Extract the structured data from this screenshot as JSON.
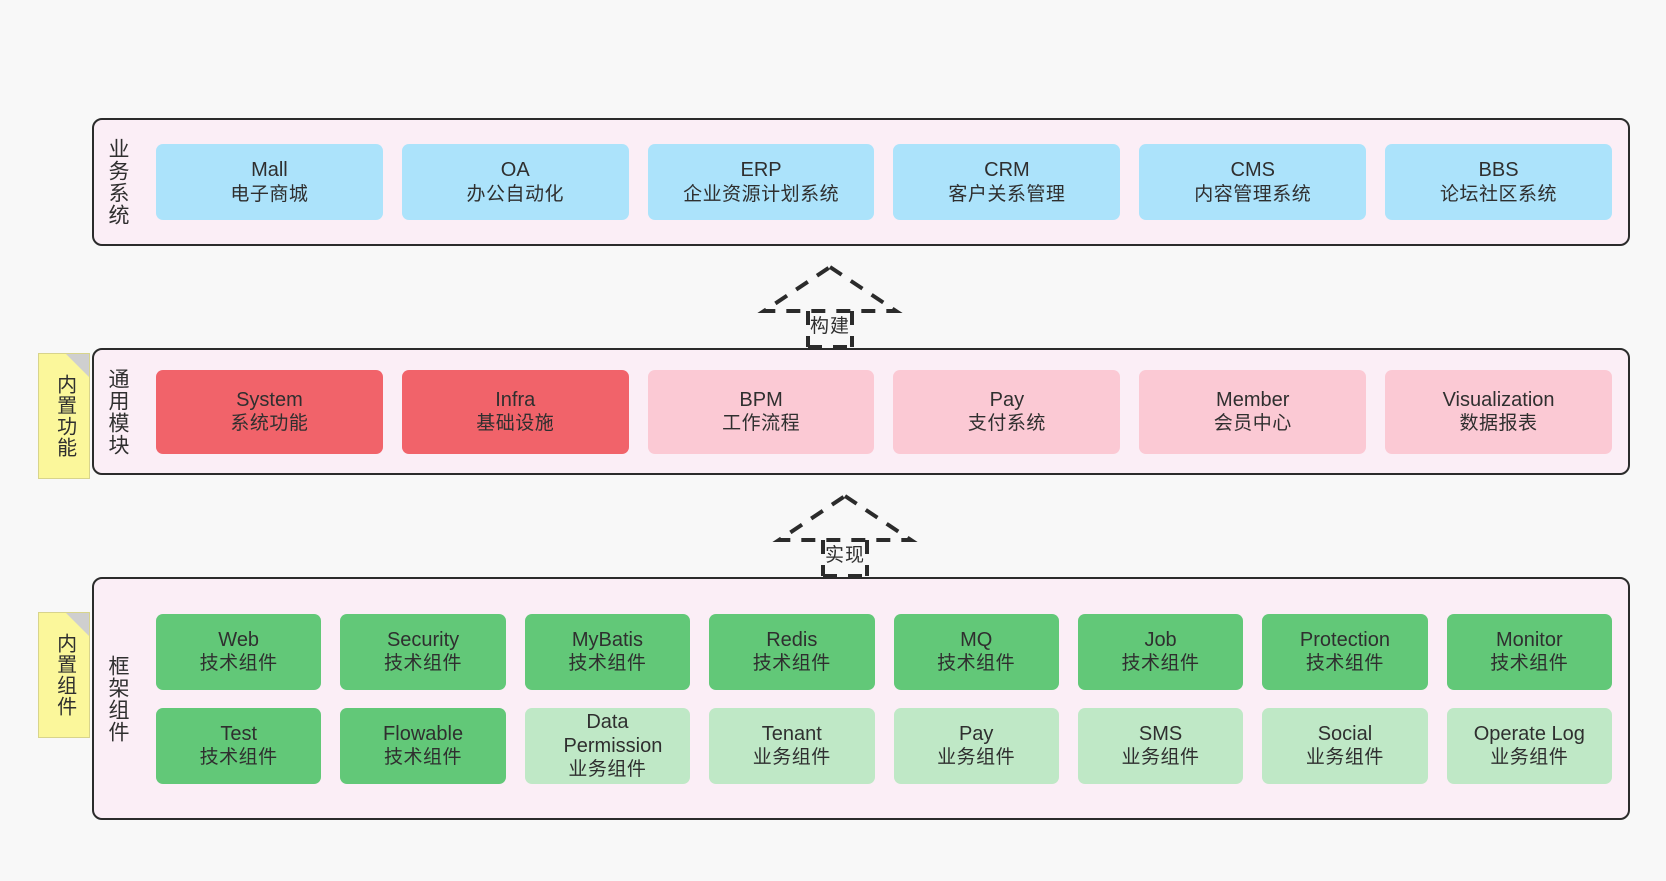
{
  "diagram": {
    "background": "#f8f8f8",
    "band_color": "#fbeef6",
    "border_color": "#2b2b2b"
  },
  "layers": [
    {
      "id": "business-system",
      "title": "业务系统",
      "note": null,
      "rows": [
        {
          "cards": [
            {
              "en": "Mall",
              "cn": "电子商城",
              "style": "blue",
              "color": "#ace3fb"
            },
            {
              "en": "OA",
              "cn": "办公自动化",
              "style": "blue",
              "color": "#ace3fb"
            },
            {
              "en": "ERP",
              "cn": "企业资源计划系统",
              "style": "blue",
              "color": "#ace3fb"
            },
            {
              "en": "CRM",
              "cn": "客户关系管理",
              "style": "blue",
              "color": "#ace3fb"
            },
            {
              "en": "CMS",
              "cn": "内容管理系统",
              "style": "blue",
              "color": "#ace3fb"
            },
            {
              "en": "BBS",
              "cn": "论坛社区系统",
              "style": "blue",
              "color": "#ace3fb"
            }
          ]
        }
      ]
    },
    {
      "id": "common-module",
      "title": "通用模块",
      "note": "内置功能",
      "rows": [
        {
          "cards": [
            {
              "en": "System",
              "cn": "系统功能",
              "style": "red",
              "color": "#f1636a"
            },
            {
              "en": "Infra",
              "cn": "基础设施",
              "style": "red",
              "color": "#f1636a"
            },
            {
              "en": "BPM",
              "cn": "工作流程",
              "style": "pink",
              "color": "#fbc9d4"
            },
            {
              "en": "Pay",
              "cn": "支付系统",
              "style": "pink",
              "color": "#fbc9d4"
            },
            {
              "en": "Member",
              "cn": "会员中心",
              "style": "pink",
              "color": "#fbc9d4"
            },
            {
              "en": "Visualization",
              "cn": "数据报表",
              "style": "pink",
              "color": "#fbc9d4"
            }
          ]
        }
      ]
    },
    {
      "id": "framework-component",
      "title": "框架组件",
      "note": "内置组件",
      "rows": [
        {
          "cards": [
            {
              "en": "Web",
              "cn": "技术组件",
              "style": "green",
              "color": "#62c878"
            },
            {
              "en": "Security",
              "cn": "技术组件",
              "style": "green",
              "color": "#62c878"
            },
            {
              "en": "MyBatis",
              "cn": "技术组件",
              "style": "green",
              "color": "#62c878"
            },
            {
              "en": "Redis",
              "cn": "技术组件",
              "style": "green",
              "color": "#62c878"
            },
            {
              "en": "MQ",
              "cn": "技术组件",
              "style": "green",
              "color": "#62c878"
            },
            {
              "en": "Job",
              "cn": "技术组件",
              "style": "green",
              "color": "#62c878"
            },
            {
              "en": "Protection",
              "cn": "技术组件",
              "style": "green",
              "color": "#62c878"
            },
            {
              "en": "Monitor",
              "cn": "技术组件",
              "style": "green",
              "color": "#62c878"
            }
          ]
        },
        {
          "cards": [
            {
              "en": "Test",
              "cn": "技术组件",
              "style": "green",
              "color": "#62c878"
            },
            {
              "en": "Flowable",
              "cn": "技术组件",
              "style": "green",
              "color": "#62c878"
            },
            {
              "en": "Data Permission",
              "cn": "业务组件",
              "style": "lightgreen",
              "color": "#bfe8c6"
            },
            {
              "en": "Tenant",
              "cn": "业务组件",
              "style": "lightgreen",
              "color": "#bfe8c6"
            },
            {
              "en": "Pay",
              "cn": "业务组件",
              "style": "lightgreen",
              "color": "#bfe8c6"
            },
            {
              "en": "SMS",
              "cn": "业务组件",
              "style": "lightgreen",
              "color": "#bfe8c6"
            },
            {
              "en": "Social",
              "cn": "业务组件",
              "style": "lightgreen",
              "color": "#bfe8c6"
            },
            {
              "en": "Operate Log",
              "cn": "业务组件",
              "style": "lightgreen",
              "color": "#bfe8c6"
            }
          ]
        }
      ]
    }
  ],
  "connectors": [
    {
      "id": "connector-build",
      "label": "构建"
    },
    {
      "id": "connector-implement",
      "label": "实现"
    }
  ]
}
